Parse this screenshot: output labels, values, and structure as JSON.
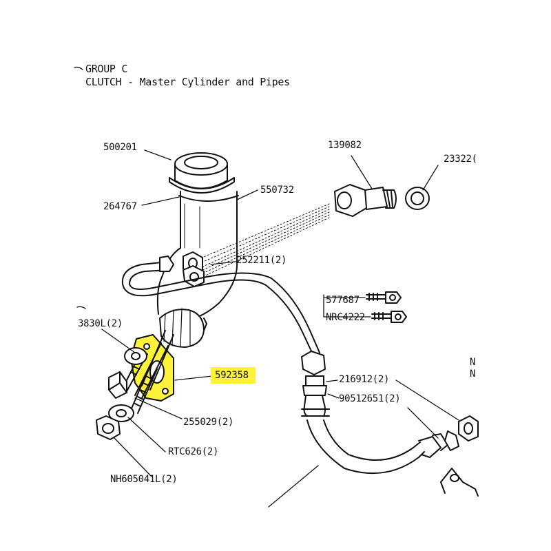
{
  "header": {
    "group": "GROUP C",
    "subtitle": "CLUTCH - Master Cylinder and Pipes"
  },
  "parts": {
    "p500201": "500201",
    "p139082": "139082",
    "p233220": "23322(",
    "p264767": "264767",
    "p550732": "550732",
    "p252211": "252211(2)",
    "p577687": "577687",
    "pNRC4222": "NRC4222",
    "p3830L": "3830L(2)",
    "p592358": "592358",
    "p216912": "216912(2)",
    "p90512651": "90512651(2)",
    "p255029": "255029(2)",
    "pRTC626": "RTC626(2)",
    "pNH605041L": "NH605041L(2)",
    "edge1": "N",
    "edge2": "N"
  },
  "colors": {
    "highlight": "#fff23a",
    "ink": "#111111"
  }
}
